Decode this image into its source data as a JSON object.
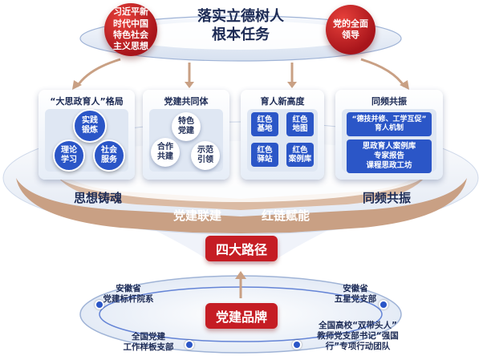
{
  "top": {
    "title": "落实立德树人\n根本任务",
    "left_circle": "习近平新\n时代中国\n特色社会\n主义思想",
    "right_circle": "党的全面\n领导"
  },
  "cards": [
    {
      "title": "“大思政育人”格局",
      "items": [
        "实践\n锻炼",
        "理论\n学习",
        "社会\n服务"
      ]
    },
    {
      "title": "党建共同体",
      "items": [
        "特色\n党建",
        "合作\n共建",
        "示范\n引领"
      ]
    },
    {
      "title": "育人新高度",
      "items": [
        "红色\n基地",
        "红色\n地图",
        "红色\n驿站",
        "红色\n案例库"
      ]
    },
    {
      "title": "同频共振",
      "items": [
        "“德技并修、工学互促”\n育人机制",
        "思政育人案例库\n专家报告\n课程思政工坊"
      ]
    }
  ],
  "segments": [
    "思想铸魂",
    "党建联建",
    "红链赋能",
    "同频共振"
  ],
  "center_label": "四大路径",
  "brand_label": "党建品牌",
  "brand_items": [
    "安徽省\n党建标杆院系",
    "安徽省\n五星党支部",
    "全国党建\n工作样板支部",
    "全国高校“双带头人”\n教师党支部书记“强国\n行”专项行动团队"
  ],
  "colors": {
    "red": "#c51d24",
    "blue": "#2b56c7",
    "navy": "#1d2b55",
    "tan": "#c9a084"
  }
}
